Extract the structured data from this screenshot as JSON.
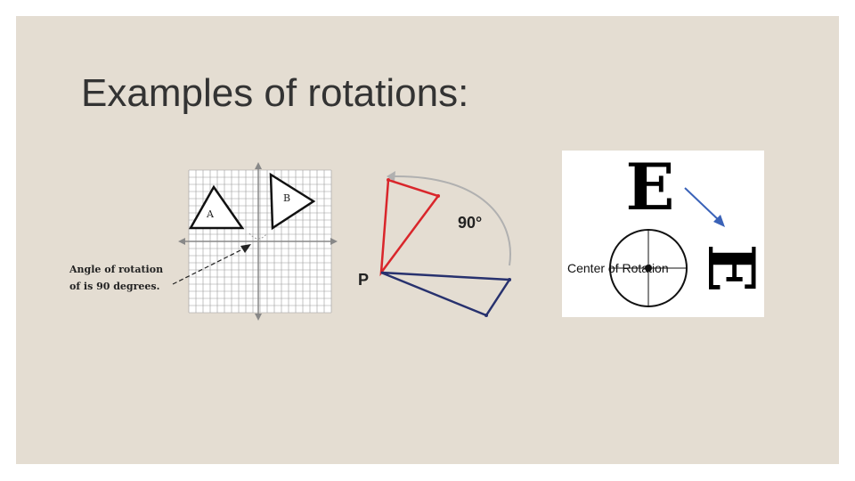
{
  "slide": {
    "title": "Examples of rotations:"
  },
  "figures": {
    "grid": {
      "caption_line1": "Angle of rotation",
      "caption_line2": "of is 90 degrees.",
      "label_a": "A",
      "label_b": "B"
    },
    "arc": {
      "angle_label": "90°",
      "point_label": "P",
      "red_color": "#d9262b",
      "blue_color": "#27316e"
    },
    "letter": {
      "letter": "E",
      "center_label": "Center of Rotation",
      "arrow_color": "#3a62b8"
    }
  }
}
